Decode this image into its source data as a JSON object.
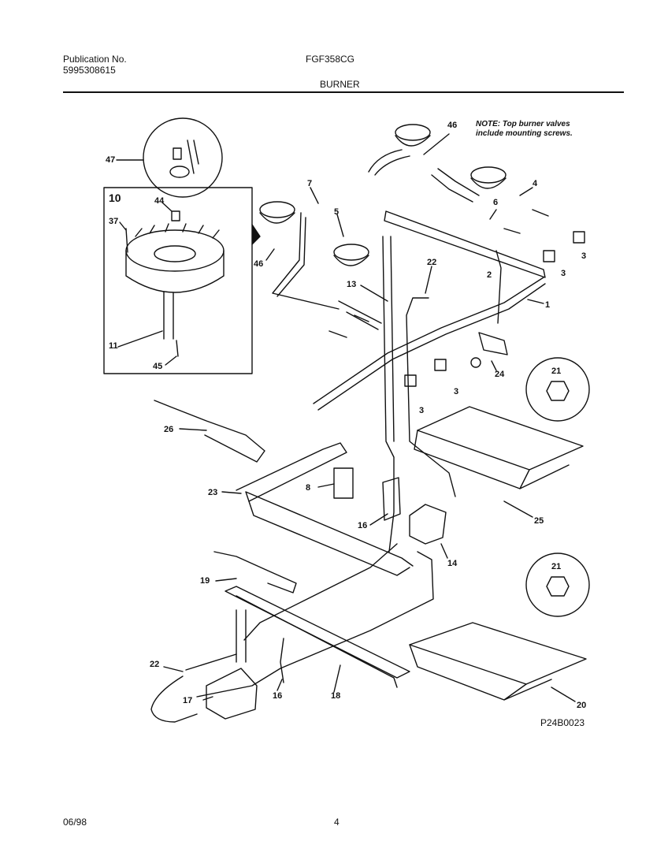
{
  "header": {
    "publication_label": "Publication No.",
    "publication_number": "5995308615",
    "model": "FGF358CG",
    "section": "BURNER"
  },
  "note": {
    "line1": "NOTE: Top burner valves",
    "line2": "include mounting screws."
  },
  "inset_label": "10",
  "callouts": [
    "47",
    "10",
    "44",
    "37",
    "46",
    "11",
    "45",
    "7",
    "5",
    "13",
    "46",
    "6",
    "4",
    "3",
    "3",
    "2",
    "1",
    "22",
    "24",
    "3",
    "3",
    "21",
    "26",
    "23",
    "8",
    "16",
    "25",
    "14",
    "21",
    "19",
    "22",
    "17",
    "16",
    "18",
    "20"
  ],
  "diagram_code": "P24B0023",
  "footer": {
    "date": "06/98",
    "page": "4"
  }
}
